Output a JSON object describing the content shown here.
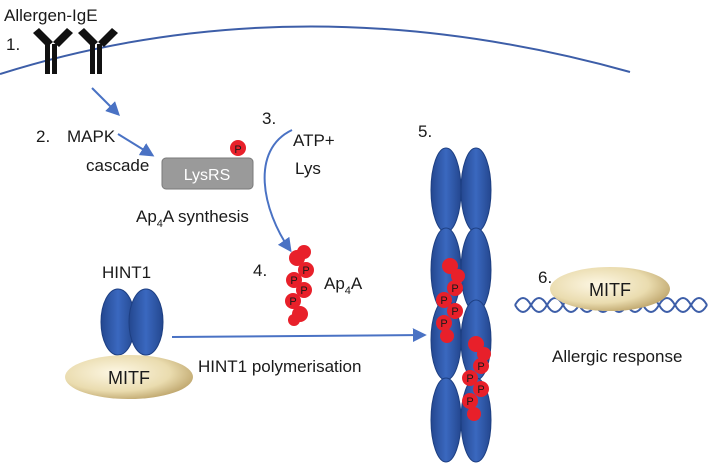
{
  "labels": {
    "allergen_ige": "Allergen-IgE",
    "step1": "1.",
    "step2": "2.",
    "mapk": "MAPK",
    "cascade": "cascade",
    "lysrs": "LysRS",
    "step3": "3.",
    "atp_plus": "ATP+",
    "lys": "Lys",
    "ap4a_synth_main": "Ap",
    "ap4a_synth_sub": "4",
    "ap4a_synth_rest": "A synthesis",
    "step4": "4.",
    "ap4a_main": "Ap",
    "ap4a_sub": "4",
    "ap4a_rest": "A",
    "hint1": "HINT1",
    "mitf_left": "MITF",
    "hint1_poly": "HINT1 polymerisation",
    "step5": "5.",
    "step6": "6.",
    "mitf_right": "MITF",
    "allergic_response": "Allergic response",
    "phosphate": "P"
  },
  "colors": {
    "membrane": "#3d5ea8",
    "arrow": "#4a72c4",
    "hint1_blue": "#2f5aa8",
    "hint1_dark": "#1d3f82",
    "phosphate_red": "#e8202a",
    "lysrs_grey": "#9a9a9a",
    "mitf_light": "#fbf3d8",
    "mitf_dark": "#c8b07a"
  }
}
